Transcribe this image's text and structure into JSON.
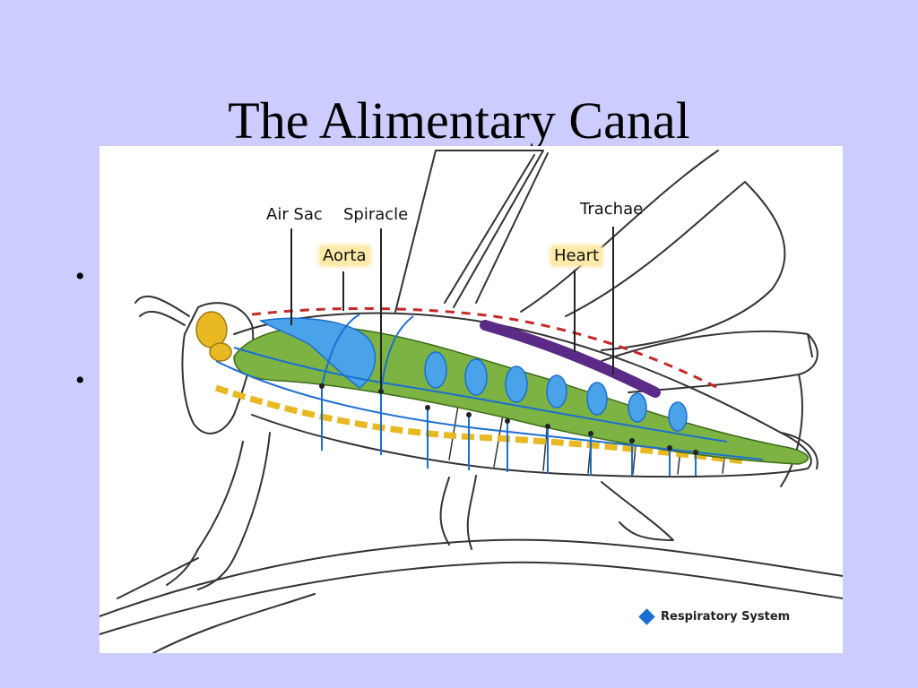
{
  "slide": {
    "title": "The Alimentary Canal",
    "bullets": [
      "•",
      "•"
    ]
  },
  "diagram": {
    "labels": {
      "air_sac": "Air Sac",
      "spiracle": "Spiracle",
      "aorta": "Aorta",
      "heart": "Heart",
      "trachae": "Trachae"
    },
    "legend": {
      "icon": "diamond-icon",
      "text": "Respiratory System"
    },
    "colors": {
      "background": "#ccccff",
      "trachea": "#1b6fd1",
      "air_sac": "#4aa3e8",
      "gut": "#7cb342",
      "heart": "#5b2a86",
      "nerve_cord": "#e8b923",
      "aorta": "#c62828",
      "label_highlight": "#fde9a8"
    }
  }
}
